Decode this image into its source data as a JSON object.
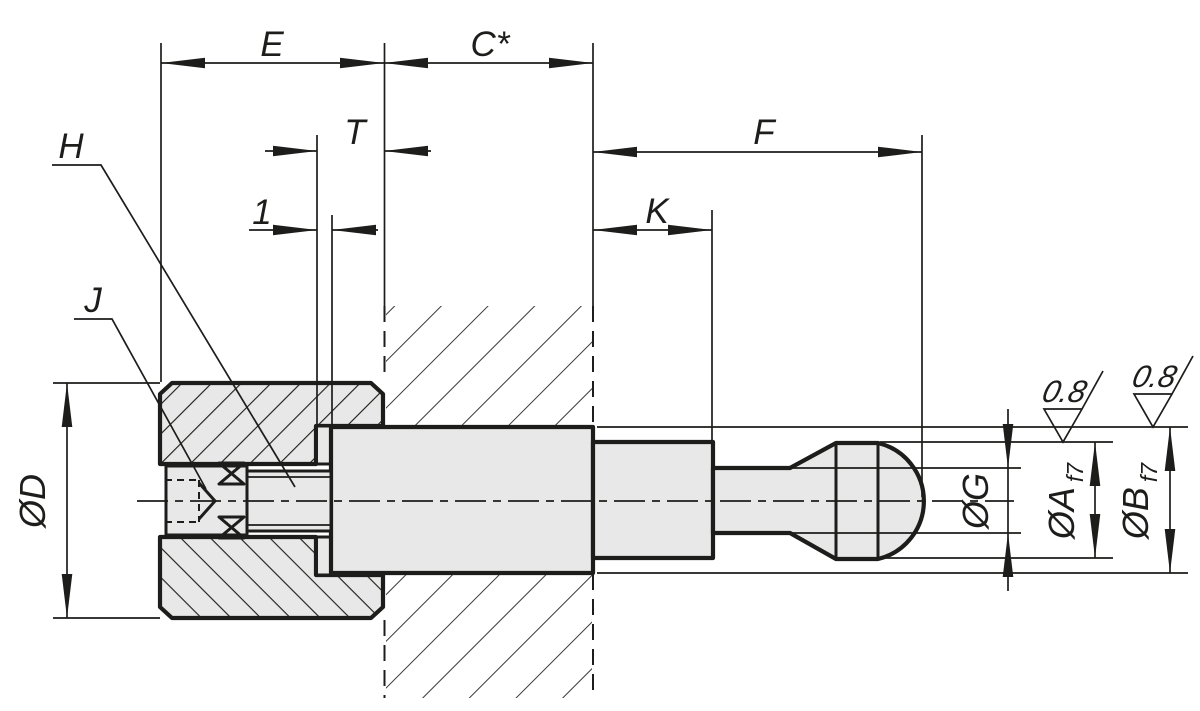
{
  "drawing": {
    "labels": {
      "E": "E",
      "C": "C*",
      "T": "T",
      "ONE": "1",
      "F": "F",
      "K": "K",
      "H": "H",
      "J": "J"
    },
    "diameters": {
      "D": "ØD",
      "G": "ØG",
      "A": "ØA",
      "B": "ØB",
      "FIT": "f7"
    },
    "roughness": {
      "A": "0.8",
      "B": "0.8"
    },
    "colors": {
      "line": "#1d1d1b",
      "metal": "#e8e8e8",
      "background": "#ffffff"
    }
  }
}
